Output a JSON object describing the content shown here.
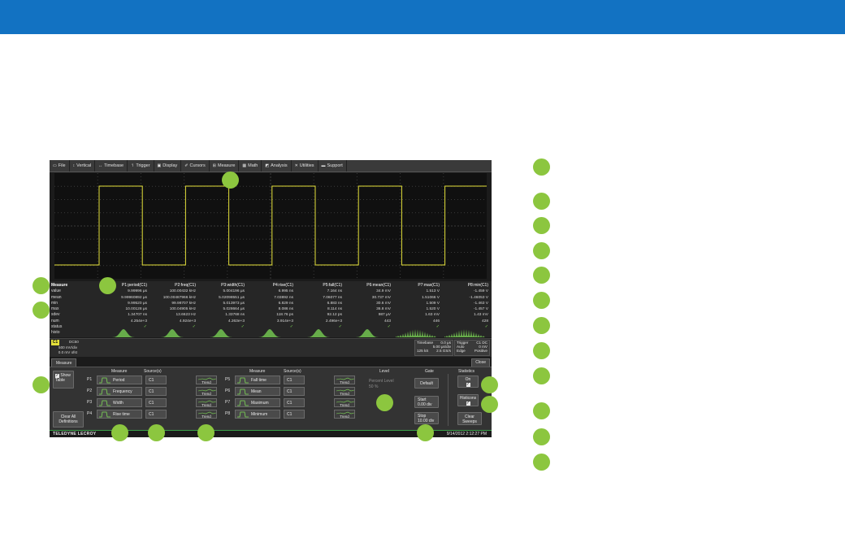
{
  "menu": [
    {
      "icon": "folder-icon",
      "glyph": "▭",
      "label": "File"
    },
    {
      "icon": "vertical-icon",
      "glyph": "↕",
      "label": "Vertical"
    },
    {
      "icon": "timebase-icon",
      "glyph": "↔",
      "label": "Timebase"
    },
    {
      "icon": "trigger-icon",
      "glyph": "↿",
      "label": "Trigger"
    },
    {
      "icon": "display-icon",
      "glyph": "▣",
      "label": "Display"
    },
    {
      "icon": "cursors-icon",
      "glyph": "✐",
      "label": "Cursors"
    },
    {
      "icon": "measure-icon",
      "glyph": "⊞",
      "label": "Measure"
    },
    {
      "icon": "math-icon",
      "glyph": "▦",
      "label": "Math"
    },
    {
      "icon": "analysis-icon",
      "glyph": "◩",
      "label": "Analysis"
    },
    {
      "icon": "utilities-icon",
      "glyph": "✕",
      "label": "Utilities"
    },
    {
      "icon": "support-icon",
      "glyph": "▬",
      "label": "Support"
    }
  ],
  "row_labels": [
    "Measure",
    "value",
    "mean",
    "min",
    "max",
    "sdev",
    "num",
    "status",
    "histo"
  ],
  "measurements": [
    {
      "header": "P1:period(C1)",
      "values": [
        "9.99996 µs",
        "9.99960892 µs",
        "9.99520 µs",
        "10.00128 µs",
        "1.34707 ns",
        "4.254e+3"
      ],
      "status": "✓"
    },
    {
      "header": "P2:freq(C1)",
      "values": [
        "100.00432 kHz",
        "100.00487966 kHz",
        "99.98707 kHz",
        "100.04905 kHz",
        "13.6623 Hz",
        "4.924e+3"
      ],
      "status": "✓"
    },
    {
      "header": "P3:width(C1)",
      "values": [
        "5.004196 µs",
        "5.02098551 µs",
        "5.013973 µs",
        "5.028664 µs",
        "1.33768 ns",
        "4.263e+3"
      ],
      "status": "✓"
    },
    {
      "header": "P4:rise(C1)",
      "values": [
        "6.995 ns",
        "7.03892 ns",
        "6.829 ns",
        "8.086 ns",
        "118.76 ps",
        "3.914e+3"
      ],
      "status": "✓"
    },
    {
      "header": "P5:fall(C1)",
      "values": [
        "7.164 ns",
        "7.06077 ns",
        "6.883 ns",
        "8.114 ns",
        "92.12 ps",
        "2.496e+3"
      ],
      "status": "✓"
    },
    {
      "header": "P6:mean(C1)",
      "values": [
        "34.9 mV",
        "30.737 mV",
        "30.6 mV",
        "36.8 mV",
        "987 µV",
        "443"
      ],
      "status": "✓"
    },
    {
      "header": "P7:max(C1)",
      "values": [
        "1.513 V",
        "1.51066 V",
        "1.509 V",
        "1.520 V",
        "1.63 mV",
        "446"
      ],
      "status": "✓"
    },
    {
      "header": "P8:min(C1)",
      "values": [
        "-1.459 V",
        "-1.46053 V",
        "-1.463 V",
        "-1.457 V",
        "1.43 mV",
        "428"
      ],
      "status": "✓"
    }
  ],
  "channel": {
    "badge": "C1",
    "coupling": "DC50",
    "vdiv": "500 mV/div",
    "offset": "0.0 mV ofst",
    "timebase_label": "Timebase",
    "timebase_delay": "0.0 µs",
    "timebase_div": "5.00 µs/div",
    "samples": "125 kS",
    "rate": "2.5 GS/s",
    "trigger_label": "Trigger",
    "trigger_icon": "C1 DC",
    "trigger_mode": "Auto",
    "trigger_type": "Edge",
    "trigger_level": "0 mV",
    "trigger_slope": "Positive"
  },
  "dialog": {
    "tab": "Measure",
    "close": "Close",
    "show_table": "Show Table",
    "clear_all": "Clear All Definitions",
    "col_measure": "Measure",
    "col_sources": "Source(s)",
    "left_params": [
      {
        "id": "P1",
        "label": "Period",
        "src": "C1"
      },
      {
        "id": "P2",
        "label": "Frequency",
        "src": "C1"
      },
      {
        "id": "P3",
        "label": "Width",
        "src": "C1"
      },
      {
        "id": "P4",
        "label": "Rise time",
        "src": "C1"
      }
    ],
    "right_params": [
      {
        "id": "P5",
        "label": "Fall time",
        "src": "C1"
      },
      {
        "id": "P6",
        "label": "Mean",
        "src": "C1"
      },
      {
        "id": "P7",
        "label": "Maximum",
        "src": "C1"
      },
      {
        "id": "P8",
        "label": "Minimum",
        "src": "C1"
      }
    ],
    "trend": "Trend",
    "level_hdr": "Level",
    "level_label": "Percent Level",
    "level_value": "50 %",
    "gate_hdr": "Gate",
    "gate_default": "Default",
    "start_label": "Start",
    "start_value": "0.00 div",
    "stop_label": "Stop",
    "stop_value": "10.00 div",
    "stats_hdr": "Statistics",
    "stats_on": "On",
    "histicons": "Histicons",
    "clear_sweeps": "Clear Sweeps",
    "check": "✓"
  },
  "footer": {
    "brand": "TELEDYNE LECROY",
    "clock": "9/14/2012 2:12:27 PM"
  },
  "colors": {
    "accent": "#1272c2",
    "callout": "#8cc63f",
    "trace": "#e4e03a",
    "ok": "#7ed957"
  }
}
